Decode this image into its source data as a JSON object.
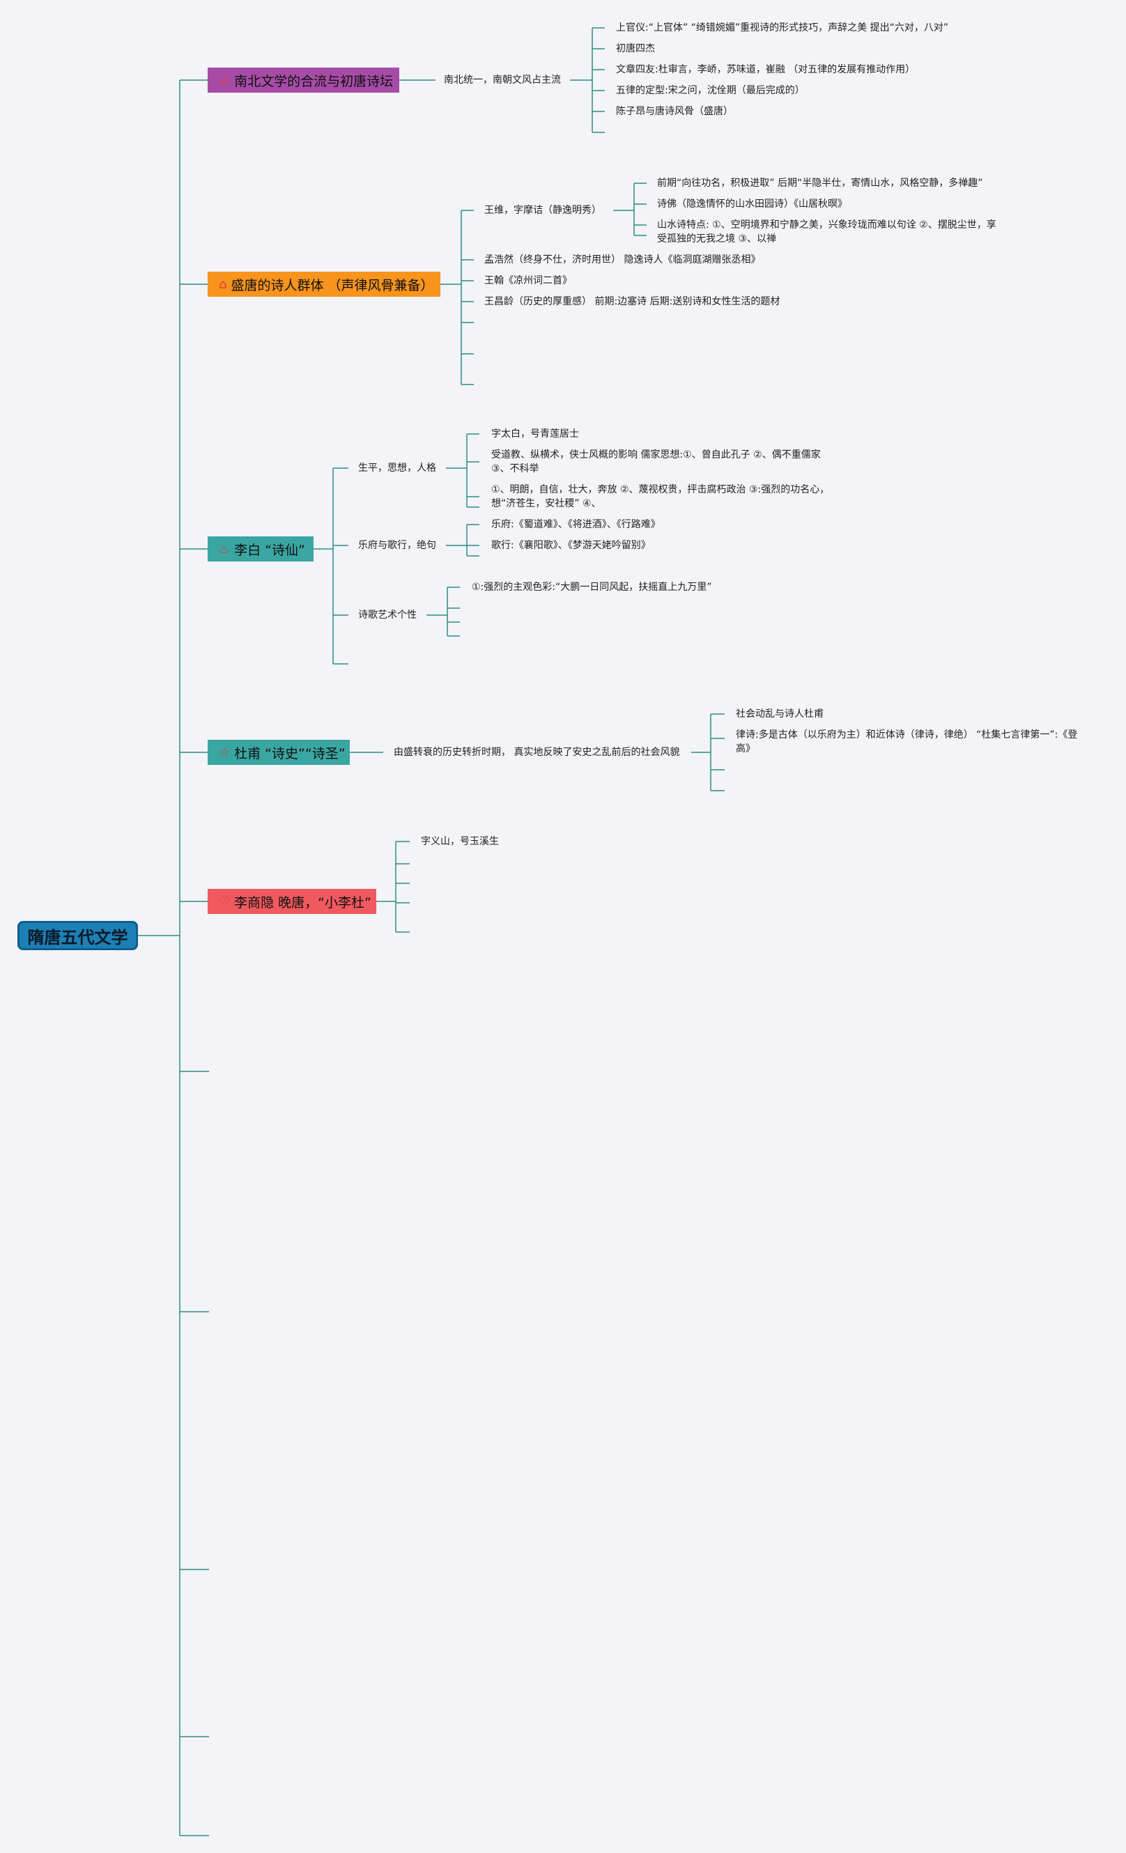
{
  "root": {
    "title": "隋唐五代文学"
  },
  "branches": {
    "b1": {
      "title": "南北文学的合流与初唐诗坛",
      "icon": "⚔",
      "color": "#a64ca6",
      "sub": "南北统一，南朝文风占主流",
      "leaves": [
        "上官仪:“上官体” “绮错婉媚”重视诗的形式技巧，声辞之美 提出“六对，八对”",
        "初唐四杰",
        "文章四友:杜审言，李峤，苏味道，崔融 （对五律的发展有推动作用）",
        "五律的定型:宋之问，沈佺期（最后完成的）",
        "陈子昂与唐诗风骨（盛唐）"
      ]
    },
    "b2": {
      "title": "盛唐的诗人群体 （声律风骨兼备）",
      "icon": "⌂",
      "color": "#f7941d",
      "wangwei": "王维，字摩诘（静逸明秀）",
      "wangwei_leaves": [
        "前期“向往功名，积极进取” 后期“半隐半仕，寄情山水，风格空静，多禅趣”",
        "诗佛（隐逸情怀的山水田园诗）《山居秋暝》",
        "山水诗特点: ①、空明境界和宁静之美，兴象玲珑而难以句诠 ②、摆脱尘世，享受孤独的无我之境 ③、以禅"
      ],
      "others": [
        "孟浩然（终身不仕，济时用世） 隐逸诗人《临洞庭湖赠张丞相》",
        "王翰《凉州词二首》",
        "王昌龄（历史的厚重感） 前期:边塞诗 后期:送别诗和女性生活的题材"
      ]
    },
    "b3": {
      "title": "李白 “诗仙”",
      "icon": "♨",
      "color": "#3aa6a2",
      "life": "生平，思想，人格",
      "life_leaves": [
        "字太白，号青莲居士",
        "受道教、纵横术，侠士风概的影响 儒家思想:①、曾自此孔子 ②、偶不重儒家③、不科举",
        "①、明朗，自信，壮大，奔放 ②、蔑视权贵，抨击腐朽政治 ③:强烈的功名心，想“济苍生，安社稷” ④、"
      ],
      "songs": "乐府与歌行，绝句",
      "songs_leaves": [
        "乐府:《蜀道难》、《将进酒》、《行路难》",
        "歌行:《襄阳歌》、《梦游天姥吟留别》"
      ],
      "art": "诗歌艺术个性",
      "art_leaves": [
        "①:强烈的主观色彩:“大鹏一日同风起，扶摇直上九万里”"
      ]
    },
    "b4": {
      "title": "杜甫 “诗史”“诗圣”",
      "icon": "☆",
      "color": "#3aa6a2",
      "sub": "由盛转衰的历史转折时期， 真实地反映了安史之乱前后的社会风貌",
      "leaves": [
        "社会动乱与诗人杜甫",
        "律诗:多是古体（以乐府为主）和近体诗（律诗，律绝） “杜集七言律第一”:《登高》"
      ]
    },
    "b5": {
      "title": "李商隐 晚唐，“小李杜”",
      "icon": "♡",
      "color": "#f0595f",
      "leaves": [
        "字义山，号玉溪生"
      ]
    }
  }
}
